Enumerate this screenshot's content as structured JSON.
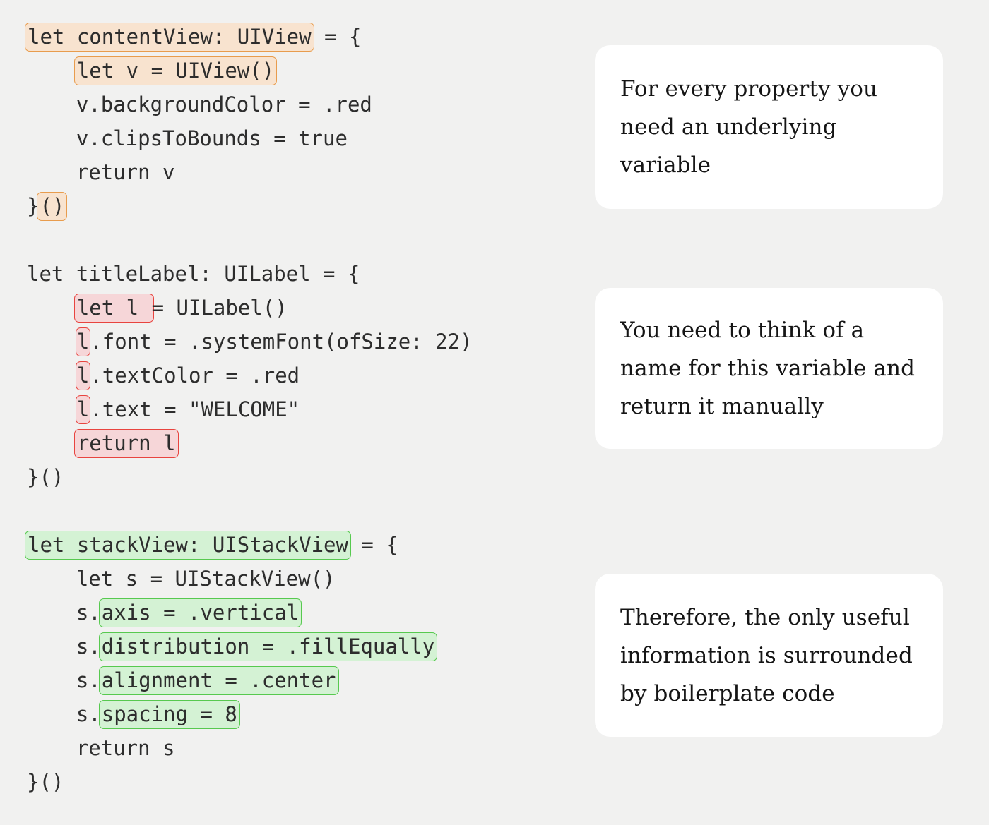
{
  "background_color": "#f1f1f0",
  "highlight_colors": {
    "orange_fill": "#f8e3cf",
    "orange_border": "#e89c4d",
    "pink_fill": "#f6d6d8",
    "pink_border": "#e8443f",
    "green_fill": "#d4f2d4",
    "green_border": "#57c94f"
  },
  "code_blocks": [
    {
      "id": "content-view-block",
      "accent": "orange",
      "lines": [
        [
          {
            "t": "let contentView: UIView",
            "hl": "orange"
          },
          {
            "t": " = {",
            "hl": null
          }
        ],
        [
          {
            "t": "    ",
            "hl": null
          },
          {
            "t": "let v = UIView()",
            "hl": "orange"
          }
        ],
        [
          {
            "t": "    v.backgroundColor = .red",
            "hl": null
          }
        ],
        [
          {
            "t": "    v.clipsToBounds = true",
            "hl": null
          }
        ],
        [
          {
            "t": "    return v",
            "hl": null
          }
        ],
        [
          {
            "t": "}",
            "hl": null
          },
          {
            "t": "()",
            "hl": "orange"
          }
        ]
      ]
    },
    {
      "id": "title-label-block",
      "accent": "pink",
      "lines": [
        [
          {
            "t": "let titleLabel: UILabel = {",
            "hl": null
          }
        ],
        [
          {
            "t": "    ",
            "hl": null
          },
          {
            "t": "let l ",
            "hl": "pink"
          },
          {
            "t": "= UILabel()",
            "hl": null
          }
        ],
        [
          {
            "t": "    ",
            "hl": null
          },
          {
            "t": "l",
            "hl": "pink",
            "tight": true
          },
          {
            "t": ".font = .systemFont(ofSize: 22)",
            "hl": null
          }
        ],
        [
          {
            "t": "    ",
            "hl": null
          },
          {
            "t": "l",
            "hl": "pink",
            "tight": true
          },
          {
            "t": ".textColor = .red",
            "hl": null
          }
        ],
        [
          {
            "t": "    ",
            "hl": null
          },
          {
            "t": "l",
            "hl": "pink",
            "tight": true
          },
          {
            "t": ".text = \"WELCOME\"",
            "hl": null
          }
        ],
        [
          {
            "t": "    ",
            "hl": null
          },
          {
            "t": "return l",
            "hl": "pink"
          }
        ],
        [
          {
            "t": "}()",
            "hl": null
          }
        ]
      ]
    },
    {
      "id": "stack-view-block",
      "accent": "green",
      "lines": [
        [
          {
            "t": "let stackView: UIStackView",
            "hl": "green"
          },
          {
            "t": " = {",
            "hl": null
          }
        ],
        [
          {
            "t": "    let s = UIStackView()",
            "hl": null
          }
        ],
        [
          {
            "t": "    s.",
            "hl": null
          },
          {
            "t": "axis = .vertical",
            "hl": "green"
          }
        ],
        [
          {
            "t": "    s.",
            "hl": null
          },
          {
            "t": "distribution = .fillEqually",
            "hl": "green"
          }
        ],
        [
          {
            "t": "    s.",
            "hl": null
          },
          {
            "t": "alignment = .center",
            "hl": "green"
          }
        ],
        [
          {
            "t": "    s.",
            "hl": null
          },
          {
            "t": "spacing = 8",
            "hl": "green"
          }
        ],
        [
          {
            "t": "    return s",
            "hl": null
          }
        ],
        [
          {
            "t": "}()",
            "hl": null
          }
        ]
      ]
    }
  ],
  "callouts": [
    {
      "id": "callout-underlying-variable",
      "text": "For every property you need an underlying variable"
    },
    {
      "id": "callout-name-and-return",
      "text": "You need to think of a name for this variable and return it manually"
    },
    {
      "id": "callout-boilerplate",
      "text": "Therefore, the only useful information is surrounded by boilerplate code"
    }
  ]
}
